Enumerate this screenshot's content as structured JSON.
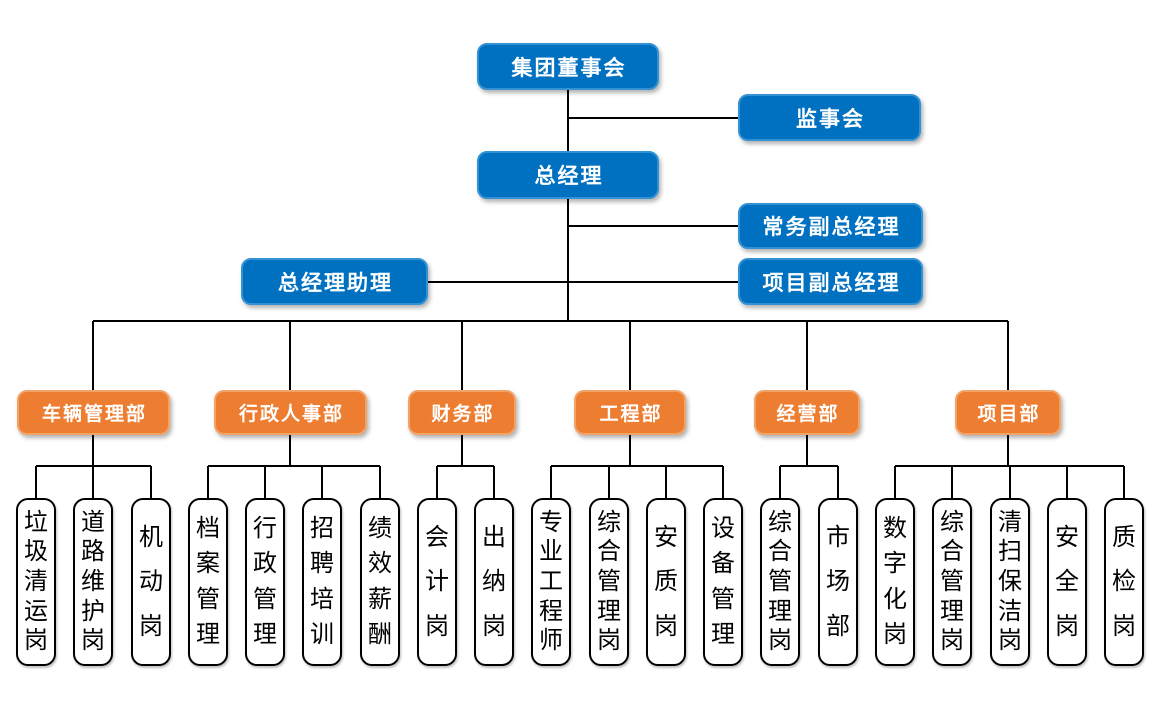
{
  "colors": {
    "blue": "#0070c0",
    "blue-border": "#3392d3",
    "orange": "#ed7d31",
    "orange-border": "#f2a367",
    "line": "#000000",
    "leaf-bg": "#ffffff",
    "leaf-border": "#000000"
  },
  "executive": {
    "board": "集团董事会",
    "supervisory": "监事会",
    "general_manager": "总经理",
    "executive_deputy_gm": "常务副总经理",
    "gm_assistant": "总经理助理",
    "project_deputy_gm": "项目副总经理"
  },
  "departments": [
    {
      "name": "车辆管理部",
      "positions": [
        "垃圾清运岗",
        "道路维护岗",
        "机动岗"
      ]
    },
    {
      "name": "行政人事部",
      "positions": [
        "档案管理",
        "行政管理",
        "招聘培训",
        "绩效薪酬"
      ]
    },
    {
      "name": "财务部",
      "positions": [
        "会计岗",
        "出纳岗"
      ]
    },
    {
      "name": "工程部",
      "positions": [
        "专业工程师",
        "综合管理岗",
        "安质岗",
        "设备管理"
      ]
    },
    {
      "name": "经营部",
      "positions": [
        "综合管理岗",
        "市场部"
      ]
    },
    {
      "name": "项目部",
      "positions": [
        "数字化岗",
        "综合管理岗",
        "清扫保洁岗",
        "安全岗",
        "质检岗"
      ]
    }
  ]
}
